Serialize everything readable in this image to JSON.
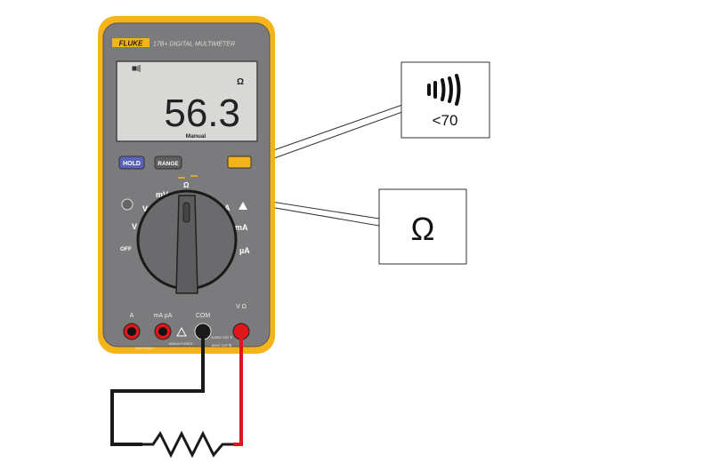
{
  "meter": {
    "brand": "FLUKE",
    "model": "17B+ DIGITAL MULTIMETER",
    "display": {
      "reading": "56.3",
      "unit": "Ω",
      "mode": "Manual"
    },
    "buttons": {
      "hold": "HOLD",
      "range": "RANGE"
    },
    "dial": {
      "mv": "mV",
      "ohm": "Ω",
      "v_dc": "V",
      "v_ac": "V",
      "off": "OFF",
      "a": "A",
      "ma": "mA",
      "ua": "µA"
    },
    "jacks": {
      "a": "A",
      "ma_ua": "mA µA",
      "com": "COM",
      "v_ohm": "V Ω",
      "fuse_10a": "10A FUSED",
      "fuse_400ma": "400mA FUSED",
      "cat_1000v": "1000V CAT Ⅱ",
      "cat_600v": "600V CAT Ⅲ"
    }
  },
  "callouts": {
    "continuity": {
      "icon": "continuity-beep-icon",
      "text": "<70"
    },
    "resistance": {
      "text": "Ω"
    }
  },
  "colors": {
    "case": "#f5b41a",
    "body": "#7b7b7d",
    "lcd": "#d8d8d6",
    "hold": "#5a63b8",
    "probe_red": "#e0161b",
    "probe_black": "#1a1a1a"
  }
}
